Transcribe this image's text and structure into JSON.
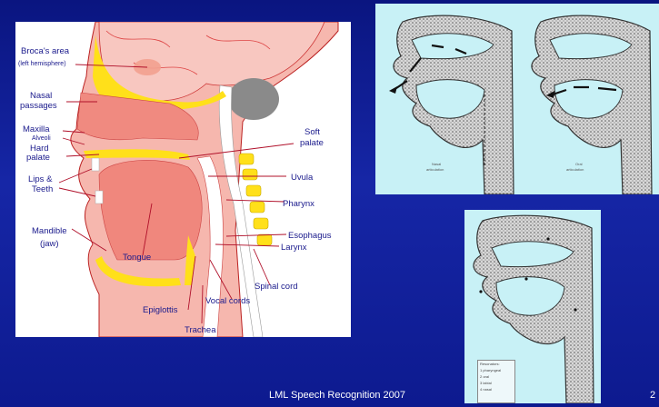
{
  "anatomy": {
    "labels": {
      "brocas_area": "Broca's area",
      "left_hemisphere": "(left hemisphere)",
      "nasal": "Nasal",
      "passages": "passages",
      "maxilla": "Maxilla",
      "alveoli": "Alveoli",
      "hard": "Hard",
      "palate": "palate",
      "lips": "Lips &",
      "teeth": "Teeth",
      "mandible": "Mandible",
      "jaw": "(jaw)",
      "tongue": "Tongue",
      "epiglottis": "Epiglottis",
      "trachea": "Trachea",
      "vocal_cords": "Vocal cords",
      "spinal_cord": "Spinal cord",
      "larynx": "Larynx",
      "esophagus": "Esophagus",
      "pharynx": "Pharynx",
      "uvula": "Uvula",
      "soft": "Soft",
      "soft_palate": "palate"
    }
  },
  "articulation": {
    "left_caption_1": "Nasal",
    "left_caption_2": "articulation",
    "right_caption_1": "Oral",
    "right_caption_2": "articulation"
  },
  "vowel_diagram": {
    "legend_title": "Resonators:",
    "legend_items": [
      "1 pharyngeal",
      "2 oral",
      "3 labial",
      "4 nasal"
    ]
  },
  "footer": {
    "text": "LML Speech Recognition 2007",
    "page_number": "2"
  },
  "colors": {
    "background": "#0d1a8f",
    "label_text": "#1a1a8c",
    "leader_lines": "#b0102a",
    "tissue": "#f3a7a0",
    "bone": "#ffe01a",
    "diagram_bg": "#c8f1f6"
  }
}
